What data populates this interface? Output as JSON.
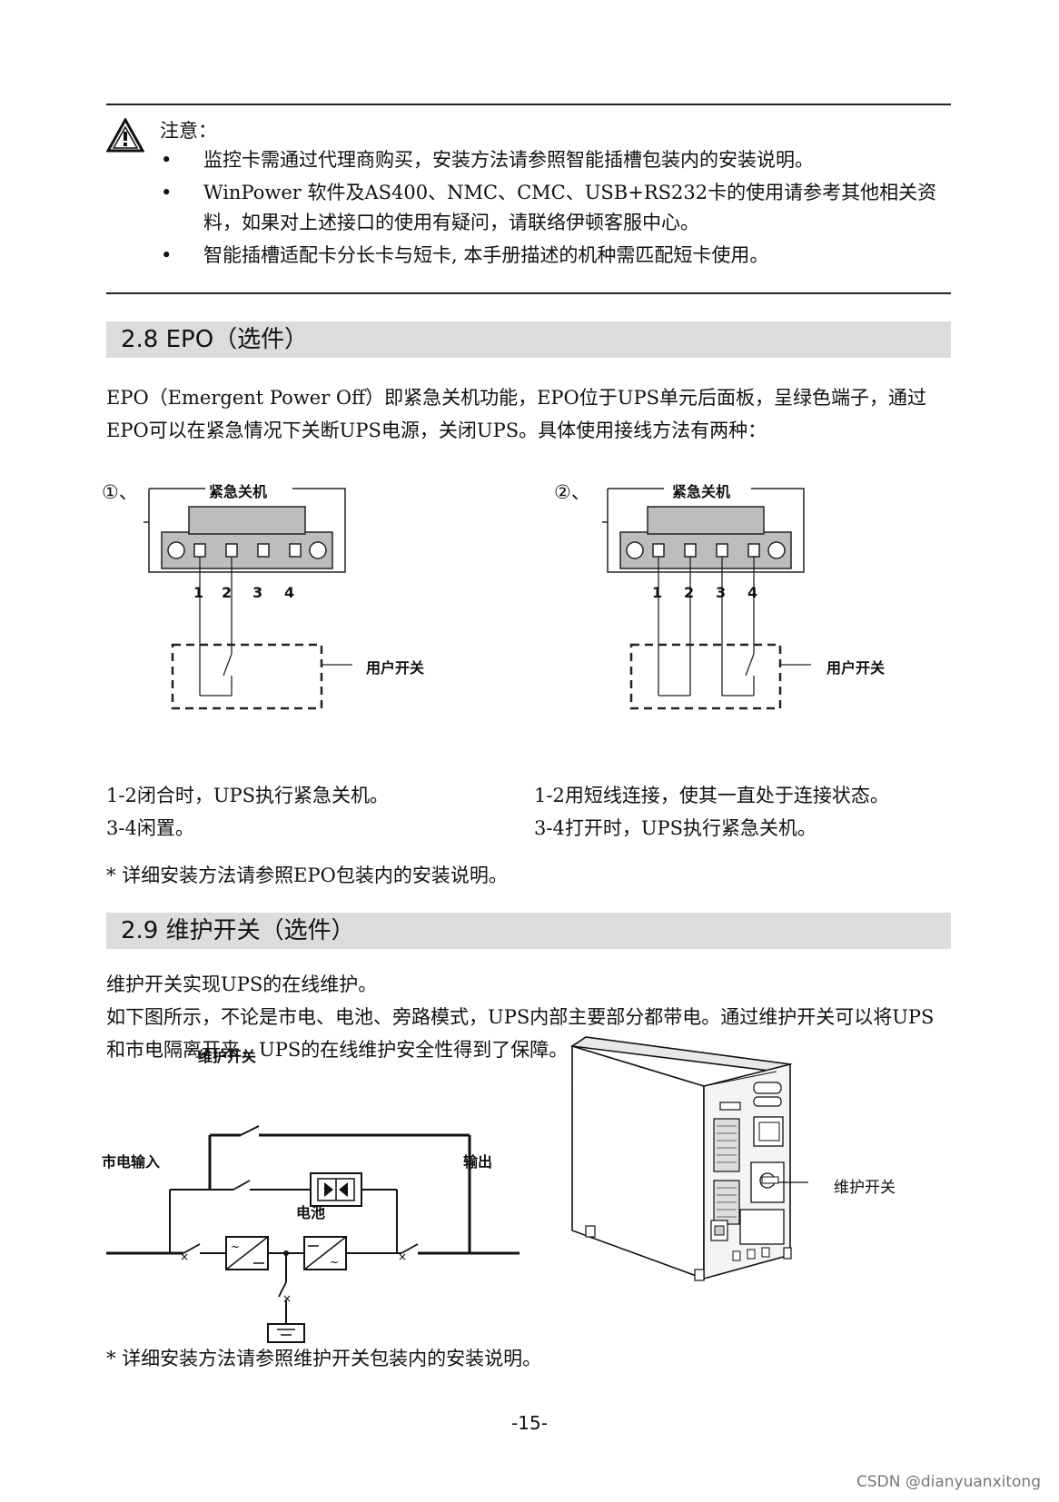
{
  "note": {
    "title": "注意：",
    "items": [
      "监控卡需通过代理商购买，安装方法请参照智能插槽包装内的安装说明。",
      "WinPower 软件及AS400、NMC、CMC、USB+RS232卡的使用请参考其他相关资料，如果对上述接口的使用有疑问，请联络伊顿客服中心。",
      "智能插槽适配卡分长卡与短卡, 本手册描述的机种需匹配短卡使用。"
    ]
  },
  "epo": {
    "heading": "2.8 EPO（选件）",
    "intro": "EPO（Emergent Power Off）即紧急关机功能，EPO位于UPS单元后面板，呈绿色端子，通过EPO可以在紧急情况下关断UPS电源，关闭UPS。具体使用接线方法有两种：",
    "diagram1": {
      "marker": "①、",
      "title": "紧急关机",
      "pins": [
        "1",
        "2",
        "3",
        "4"
      ],
      "switch_label": "用户开关",
      "desc1": "1-2闭合时，UPS执行紧急关机。",
      "desc2": "3-4闲置。"
    },
    "diagram2": {
      "marker": "②、",
      "title": "紧急关机",
      "pins": [
        "1",
        "2",
        "3",
        "4"
      ],
      "switch_label": "用户开关",
      "desc1": "1-2用短线连接，使其一直处于连接状态。",
      "desc2": "3-4打开时，UPS执行紧急关机。"
    },
    "footnote": "*  详细安装方法请参照EPO包装内的安装说明。"
  },
  "maint": {
    "heading": "2.9 维护开关（选件）",
    "para1": "维护开关实现UPS的在线维护。",
    "para2": "如下图所示，不论是市电、电池、旁路模式，UPS内部主要部分都带电。通过维护开关可以将UPS和市电隔离开来，UPS的在线维护安全性得到了保障。",
    "circuit": {
      "switch_label": "维护开关",
      "input_label": "市电输入",
      "output_label": "输出",
      "battery_label": "电池"
    },
    "device_label": "维护开关",
    "footnote": "*  详细安装方法请参照维护开关包装内的安装说明。"
  },
  "page_number": "-15-",
  "watermark": "CSDN @dianyuanxitong"
}
